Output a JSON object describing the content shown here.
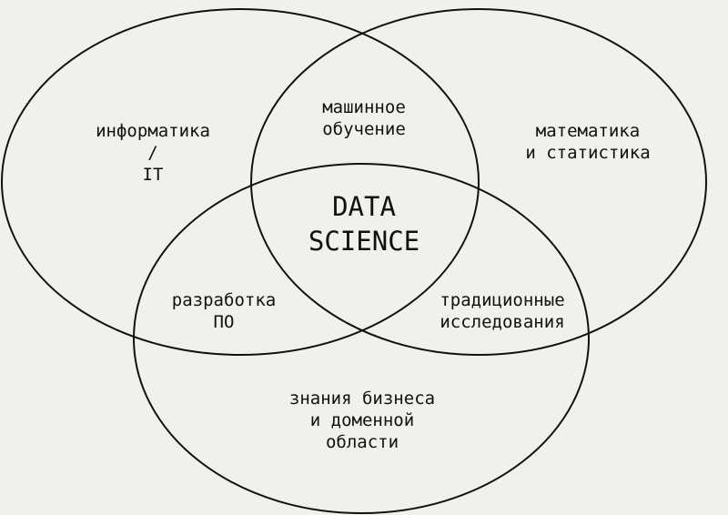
{
  "diagram": {
    "circles": [
      {
        "name": "circle-informatics"
      },
      {
        "name": "circle-mathematics"
      },
      {
        "name": "circle-business"
      }
    ],
    "labels": {
      "informatics": [
        "информатика",
        "/",
        "IT"
      ],
      "mathematics": [
        "математика",
        "и статистика"
      ],
      "machine_learning": [
        "машинное",
        "обучение"
      ],
      "center": [
        "DATA",
        "SCIENCE"
      ],
      "software_dev": [
        "разработка",
        "ПО"
      ],
      "traditional_research": [
        "традиционные",
        "исследования"
      ],
      "business": [
        "знания бизнеса",
        "и доменной",
        "области"
      ]
    },
    "colors": {
      "background": "#f1f0ec",
      "stroke": "#111111",
      "text": "#111111"
    }
  }
}
